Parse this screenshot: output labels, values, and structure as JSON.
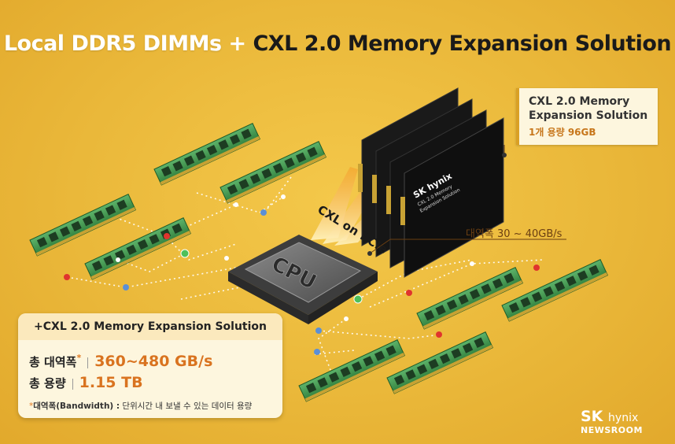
{
  "title": {
    "part1": "Local DDR5 DIMMs",
    "plus": "+",
    "part2": "CXL 2.0 Memory Expansion Solution"
  },
  "cxl_module": {
    "line1": "CXL 2.0 Memory",
    "line2": "Expansion Solution",
    "capacity": "1개 용량 96GB",
    "card_brand": "SK hynix",
    "card_text1": "CXL 2.0 Memory",
    "card_text2": "Expansion Solution"
  },
  "bandwidth_label": "대역폭 30 ~ 40GB/s",
  "pcie_label": "CXL on PCIe",
  "cpu_label": "CPU",
  "summary": {
    "heading": "+CXL 2.0 Memory Expansion Solution",
    "bw_label": "총 대역폭",
    "bw_star": "*",
    "bw_value": "360~480 GB/s",
    "cap_label": "총 용량",
    "cap_value": "1.15 TB",
    "note_star": "*",
    "note_term": "대역폭(Bandwidth) :",
    "note_text": " 단위시간 내 보낼 수 있는 데이터 용량"
  },
  "brand": {
    "sk": "SK",
    "hynix": "hynix",
    "newsroom": "NEWSROOM"
  },
  "colors": {
    "background": "#eab83a",
    "accent": "#d9731f",
    "dimm_pcb": "#3f9a4e",
    "card": "#151515",
    "cpu": "#6d6d6d"
  }
}
